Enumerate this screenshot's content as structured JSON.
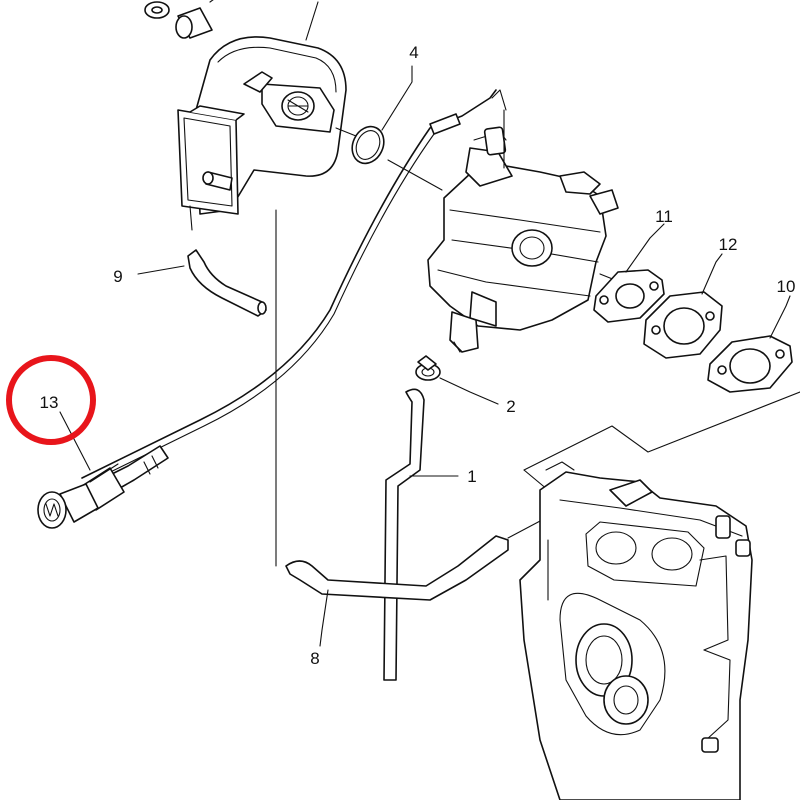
{
  "callouts": {
    "c1": "1",
    "c2": "2",
    "c4": "4",
    "c8": "8",
    "c9": "9",
    "c10": "10",
    "c11": "11",
    "c12": "12",
    "c13": "13"
  },
  "highlight": {
    "target": "13",
    "color": "#e8151b"
  },
  "colors": {
    "line": "#111111",
    "background": "#ffffff"
  }
}
